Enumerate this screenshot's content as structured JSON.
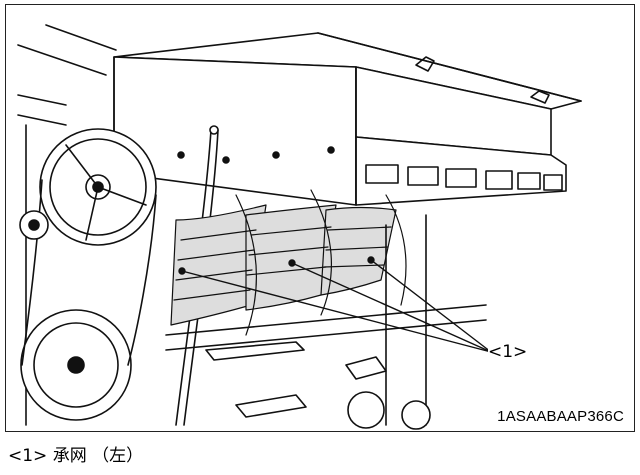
{
  "figure": {
    "callout_label": "<1>",
    "figure_code": "1ASAABAAP366C"
  },
  "caption": {
    "ref": "<1>",
    "text": "承网 （左）"
  }
}
